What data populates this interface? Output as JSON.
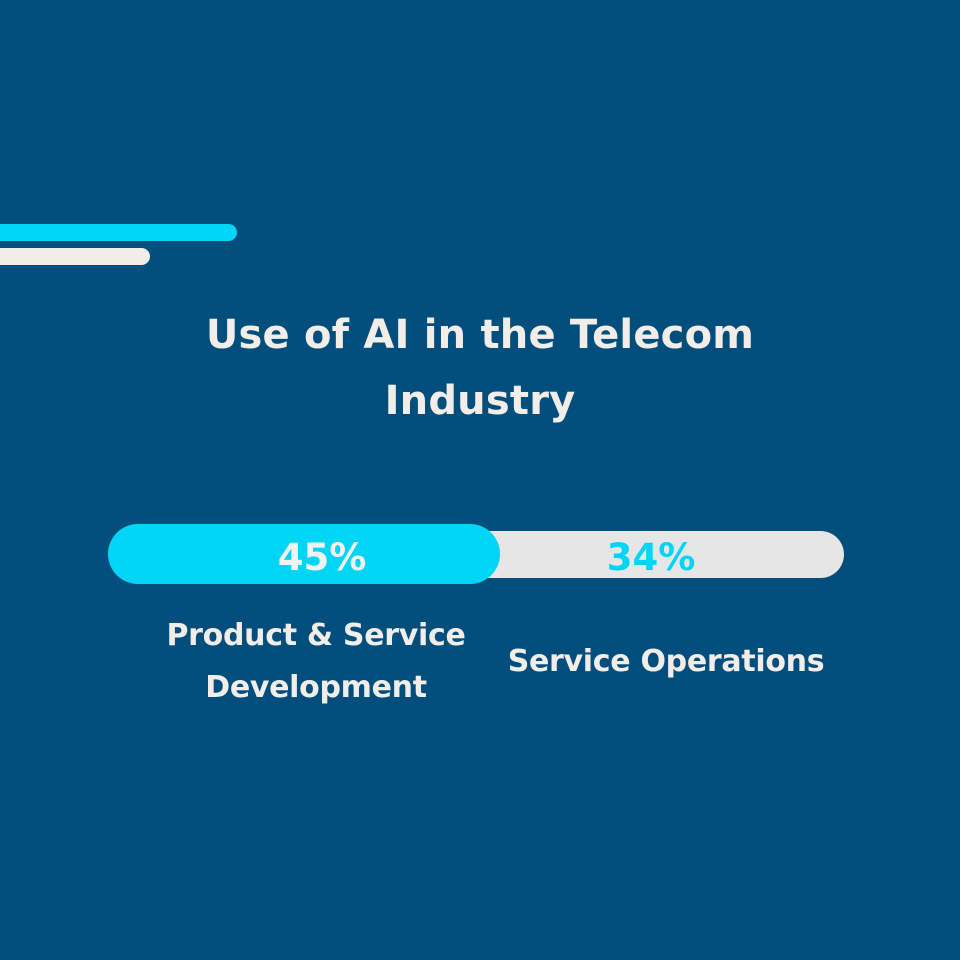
{
  "colors": {
    "background": "#024f7e",
    "accent": "#00d5f5",
    "track": "#e6e6e6",
    "cream": "#f2ede8"
  },
  "chart_data": {
    "type": "bar",
    "title": "Use of AI in the Telecom Industry",
    "categories": [
      "Product & Service Development",
      "Service Operations"
    ],
    "values": [
      45,
      34
    ],
    "value_labels": [
      "45%",
      "34%"
    ],
    "unit": "%"
  }
}
